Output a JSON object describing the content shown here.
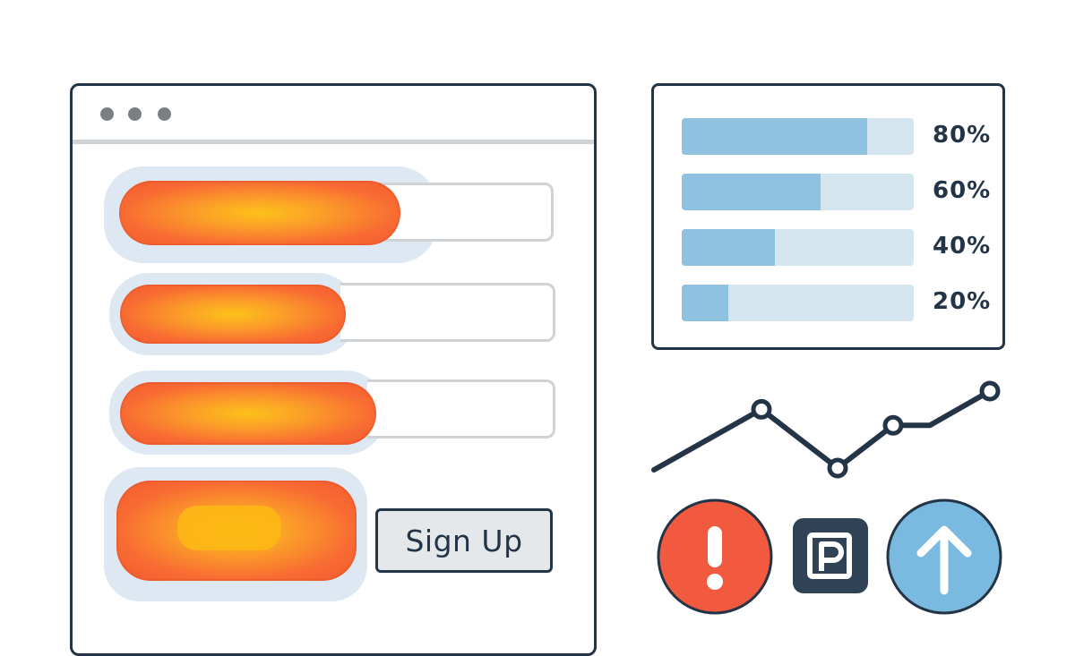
{
  "window": {
    "controls": [
      "dot-1",
      "dot-2",
      "dot-3"
    ]
  },
  "form": {
    "signup_label": "Sign Up"
  },
  "progress": {
    "items": [
      {
        "value": 0.8,
        "label": "80%"
      },
      {
        "value": 0.6,
        "label": "60%"
      },
      {
        "value": 0.4,
        "label": "40%"
      },
      {
        "value": 0.2,
        "label": "20%"
      }
    ]
  },
  "trend": {
    "values": [
      0.0,
      0.76,
      0.0,
      0.55,
      1.0
    ]
  },
  "icons": {
    "alert": "exclamation-icon",
    "document": "pdf-document-icon",
    "upload": "arrow-up-icon"
  },
  "colors": {
    "accent": "#f35a2f",
    "highlight": "#fdc21a",
    "progress": "#8ec2e0",
    "alert": "#f25a3f",
    "upload": "#7ab9e0",
    "dark": "#243447"
  }
}
